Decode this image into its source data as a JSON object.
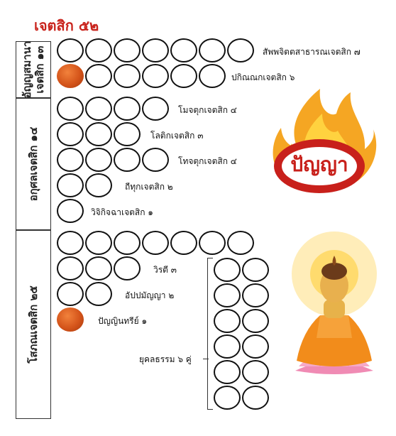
{
  "title": "เจตสิก ๕๒",
  "sections": [
    {
      "label_lines": [
        "อัญญสมานา",
        "เจตสิก ๑๓"
      ]
    },
    {
      "label_lines": [
        "อกุศลเจตสิก ๑๔"
      ]
    },
    {
      "label_lines": [
        "โสภณเจตสิก ๒๕"
      ]
    }
  ],
  "groups": [
    {
      "label": "สัพพจิตตสาธารณเจตสิก ๗",
      "count": 7,
      "filled": 0
    },
    {
      "label": "ปกิณณกเจตสิก ๖",
      "count": 6,
      "filled": 1
    },
    {
      "label": "โมจตุกเจตสิก ๔",
      "count": 4,
      "filled": 0
    },
    {
      "label": "โลติกเจตสิก ๓",
      "count": 3,
      "filled": 0
    },
    {
      "label": "โทจตุกเจตสิก ๔",
      "count": 4,
      "filled": 0
    },
    {
      "label": "ถีทุกเจตสิก ๒",
      "count": 2,
      "filled": 0
    },
    {
      "label": "วิจิกิจฉาเจตสิก ๑",
      "count": 1,
      "filled": 0
    },
    {
      "label": "",
      "count": 7,
      "filled": 0
    },
    {
      "label": "วิรตี ๓",
      "count": 3,
      "filled": 0
    },
    {
      "label": "อัปปมัญญา ๒",
      "count": 2,
      "filled": 0
    },
    {
      "label": "ปัญญินทรีย์ ๑",
      "count": 1,
      "filled": 1
    },
    {
      "label": "ยุคลธรรม ๖ คู่",
      "count": 12,
      "filled": 0
    }
  ],
  "badge": {
    "text": "ปัญญา",
    "color": "#c8201b"
  },
  "icons": [
    "flame-icon",
    "buddha-image"
  ],
  "colors": {
    "accent": "#c9241d",
    "filled": "#d4541a"
  }
}
